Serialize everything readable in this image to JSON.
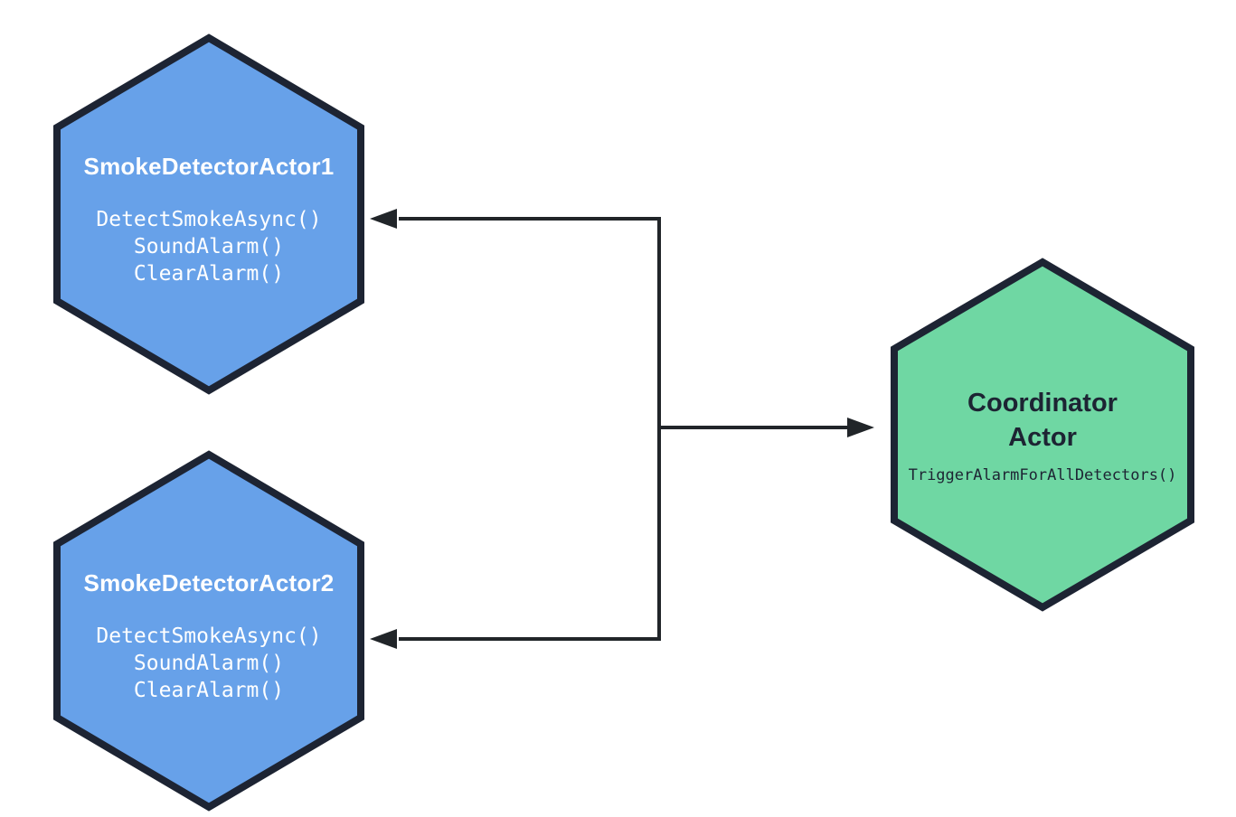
{
  "colors": {
    "background": "#FFFFFF",
    "detector_fill": "#67A1E9",
    "coordinator_fill": "#6FD7A3",
    "node_outline": "#1D2433",
    "arrow": "#212529",
    "detector_text": "#FFFFFF",
    "coordinator_text": "#1D2433"
  },
  "nodes": {
    "detector1": {
      "title": "SmokeDetectorActor1",
      "methods": [
        "DetectSmokeAsync()",
        "SoundAlarm()",
        "ClearAlarm()"
      ]
    },
    "detector2": {
      "title": "SmokeDetectorActor2",
      "methods": [
        "DetectSmokeAsync()",
        "SoundAlarm()",
        "ClearAlarm()"
      ]
    },
    "coordinator": {
      "title_lines": [
        "Coordinator",
        "Actor"
      ],
      "methods": [
        "TriggerAlarmForAllDetectors()"
      ]
    }
  },
  "arrows": [
    {
      "points_to": "SmokeDetectorActor1"
    },
    {
      "points_to": "SmokeDetectorActor2"
    },
    {
      "points_to": "Coordinator Actor"
    }
  ]
}
